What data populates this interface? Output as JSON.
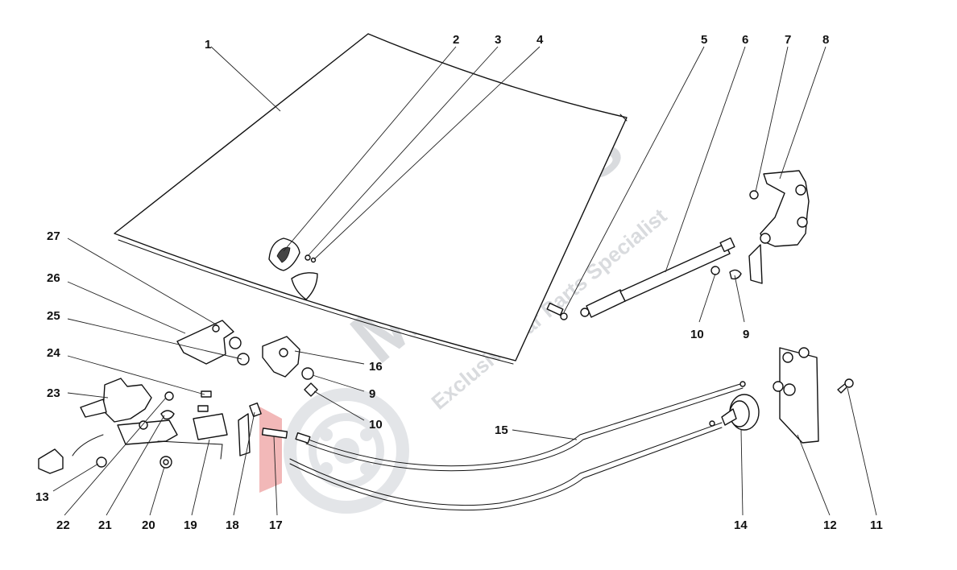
{
  "watermark": {
    "brand": "Masparts",
    "tagline": "Exclusive Car Parts Specialist"
  },
  "colors": {
    "line": "#111111",
    "watermark_gray": "#d9dbde",
    "watermark_red": "#f2b8b8",
    "background": "#ffffff"
  },
  "callouts": [
    {
      "number": "1"
    },
    {
      "number": "2"
    },
    {
      "number": "3"
    },
    {
      "number": "4"
    },
    {
      "number": "5"
    },
    {
      "number": "6"
    },
    {
      "number": "7"
    },
    {
      "number": "8"
    },
    {
      "number": "10"
    },
    {
      "number": "9"
    },
    {
      "number": "27"
    },
    {
      "number": "26"
    },
    {
      "number": "25"
    },
    {
      "number": "24"
    },
    {
      "number": "16"
    },
    {
      "number": "9"
    },
    {
      "number": "23"
    },
    {
      "number": "10"
    },
    {
      "number": "15"
    },
    {
      "number": "12"
    },
    {
      "number": "13"
    },
    {
      "number": "22"
    },
    {
      "number": "21"
    },
    {
      "number": "20"
    },
    {
      "number": "19"
    },
    {
      "number": "18"
    },
    {
      "number": "17"
    },
    {
      "number": "14"
    },
    {
      "number": "11"
    }
  ]
}
